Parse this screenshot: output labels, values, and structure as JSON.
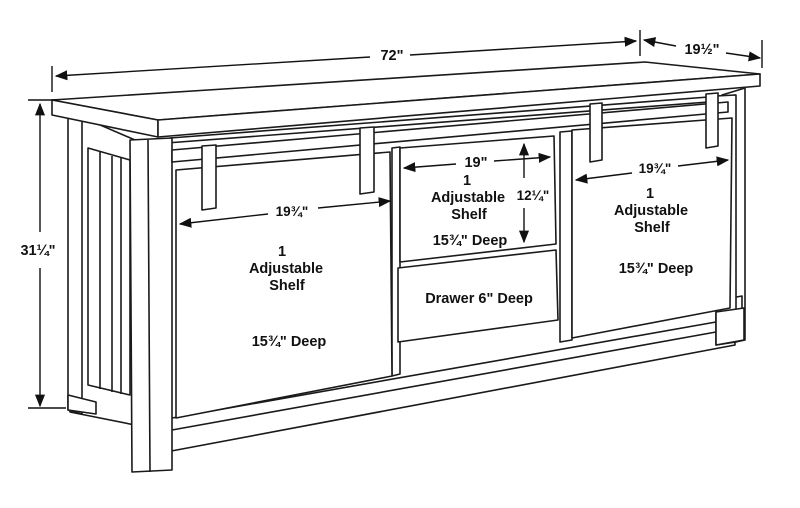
{
  "dimensions": {
    "width": "72\"",
    "depth": "19½\"",
    "height": "31¼\""
  },
  "left_compartment": {
    "width": "19¾\"",
    "shelf_count": "1",
    "shelf_word_1": "Adjustable",
    "shelf_word_2": "Shelf",
    "depth": "15¾\" Deep"
  },
  "center_compartment": {
    "width": "19\"",
    "height": "12¼\"",
    "shelf_count": "1",
    "shelf_word_1": "Adjustable",
    "shelf_word_2": "Shelf",
    "depth": "15¾\" Deep",
    "drawer": "Drawer 6\" Deep"
  },
  "right_compartment": {
    "width": "19¾\"",
    "shelf_count": "1",
    "shelf_word_1": "Adjustable",
    "shelf_word_2": "Shelf",
    "depth": "15¾\" Deep"
  }
}
